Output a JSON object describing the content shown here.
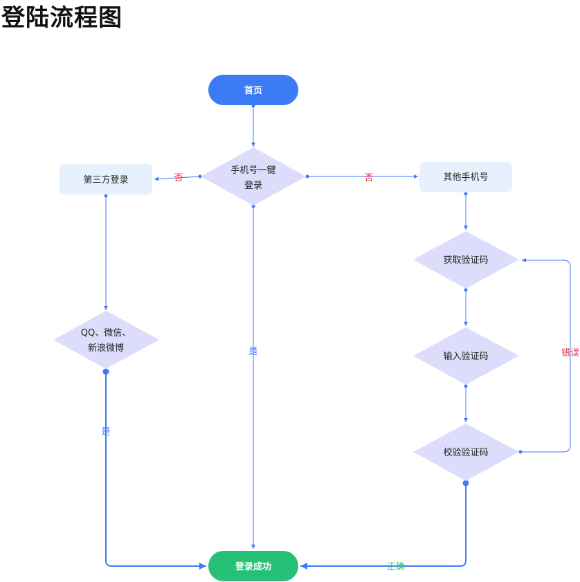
{
  "title": "登陆流程图",
  "colors": {
    "edge": "#3B7CF6",
    "start_fill": "#3B7CF6",
    "end_fill": "#26C177",
    "box_fill": "#E7F1FD",
    "diamond_fill": "#DDDDFB",
    "label_red": "#E8304A",
    "label_blue": "#3B7CF6",
    "label_green": "#26C177"
  },
  "nodes": {
    "home": "首页",
    "phone_login_line1": "手机号一键",
    "phone_login_line2": "登录",
    "third_party": "第三方登录",
    "other_phone": "其他手机号",
    "social_line1": "QQ、微信、",
    "social_line2": "新浪微博",
    "get_code": "获取验证码",
    "input_code": "输入验证码",
    "verify_code": "校验验证码",
    "success": "登录成功"
  },
  "edge_labels": {
    "no_left": "否",
    "no_right": "否",
    "yes_middle": "是",
    "yes_left": "是",
    "wrong": "错误",
    "correct": "正确"
  }
}
